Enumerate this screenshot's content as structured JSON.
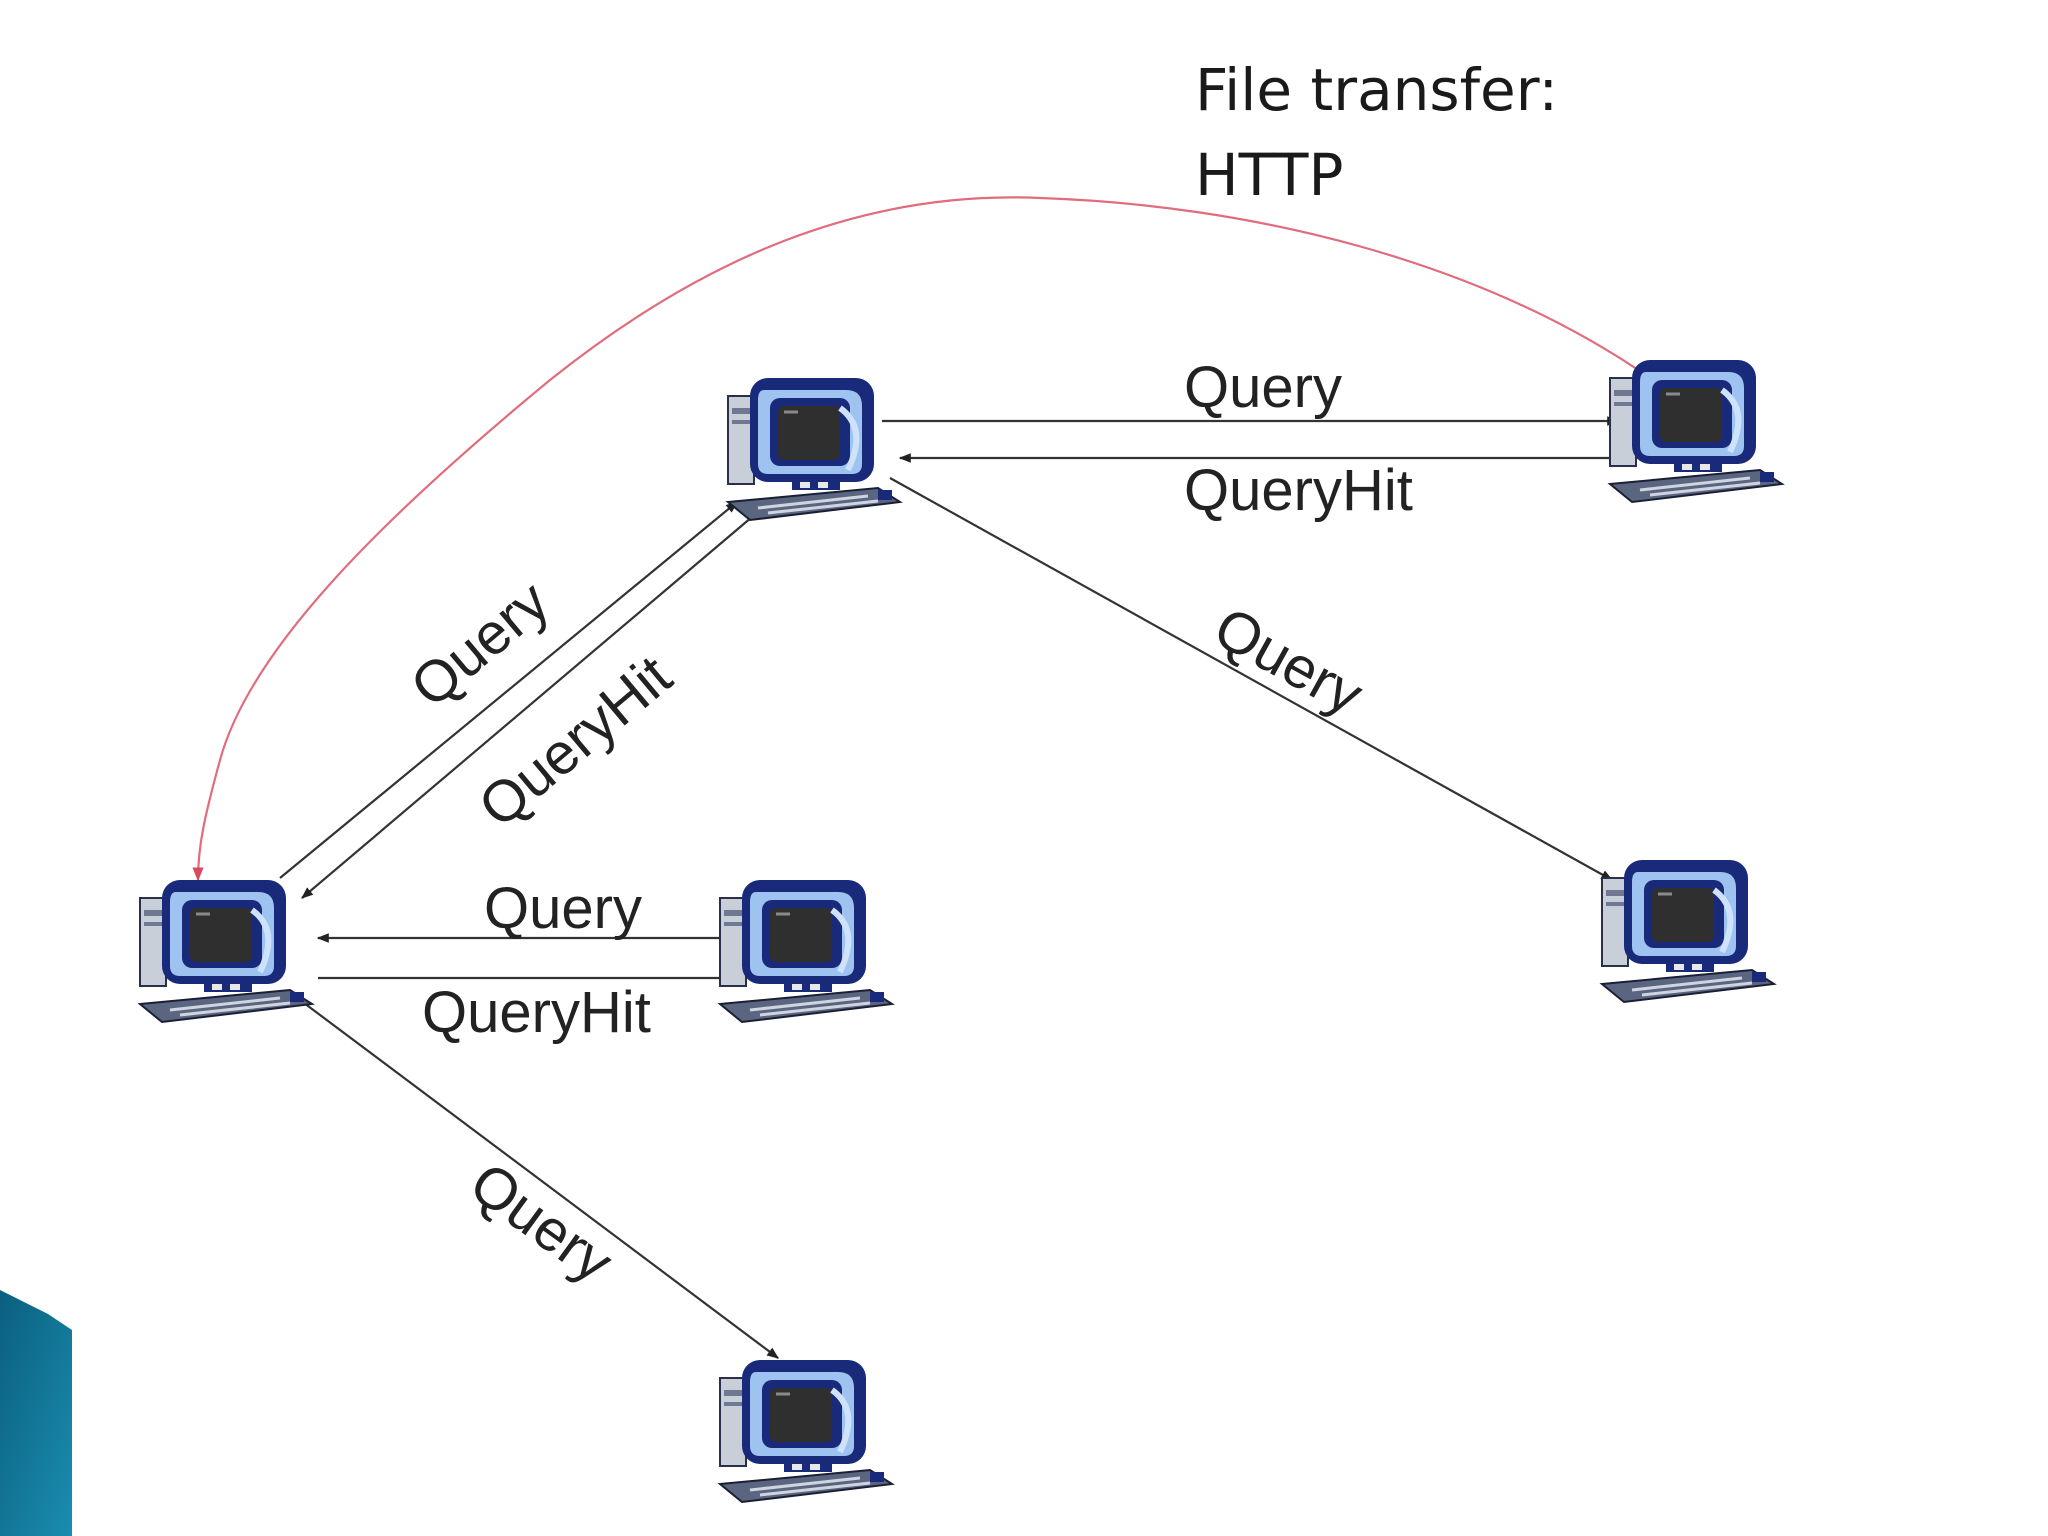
{
  "file_transfer": {
    "line1": "File transfer:",
    "line2": "HTTP"
  },
  "labels": {
    "query": "Query",
    "queryhit": "QueryHit"
  },
  "nodes": [
    {
      "id": "peer-left",
      "icon": "computer-icon"
    },
    {
      "id": "peer-center-top",
      "icon": "computer-icon"
    },
    {
      "id": "peer-right-top",
      "icon": "computer-icon"
    },
    {
      "id": "peer-center-mid",
      "icon": "computer-icon"
    },
    {
      "id": "peer-right-mid",
      "icon": "computer-icon"
    },
    {
      "id": "peer-bottom",
      "icon": "computer-icon"
    }
  ],
  "colors": {
    "arrow": "#333333",
    "file_transfer_arrow": "#e06c7c",
    "monitor_frame": "#1a2a7a",
    "monitor_accent": "#9fc3f0",
    "corner_accent": "#0f6c8c"
  }
}
